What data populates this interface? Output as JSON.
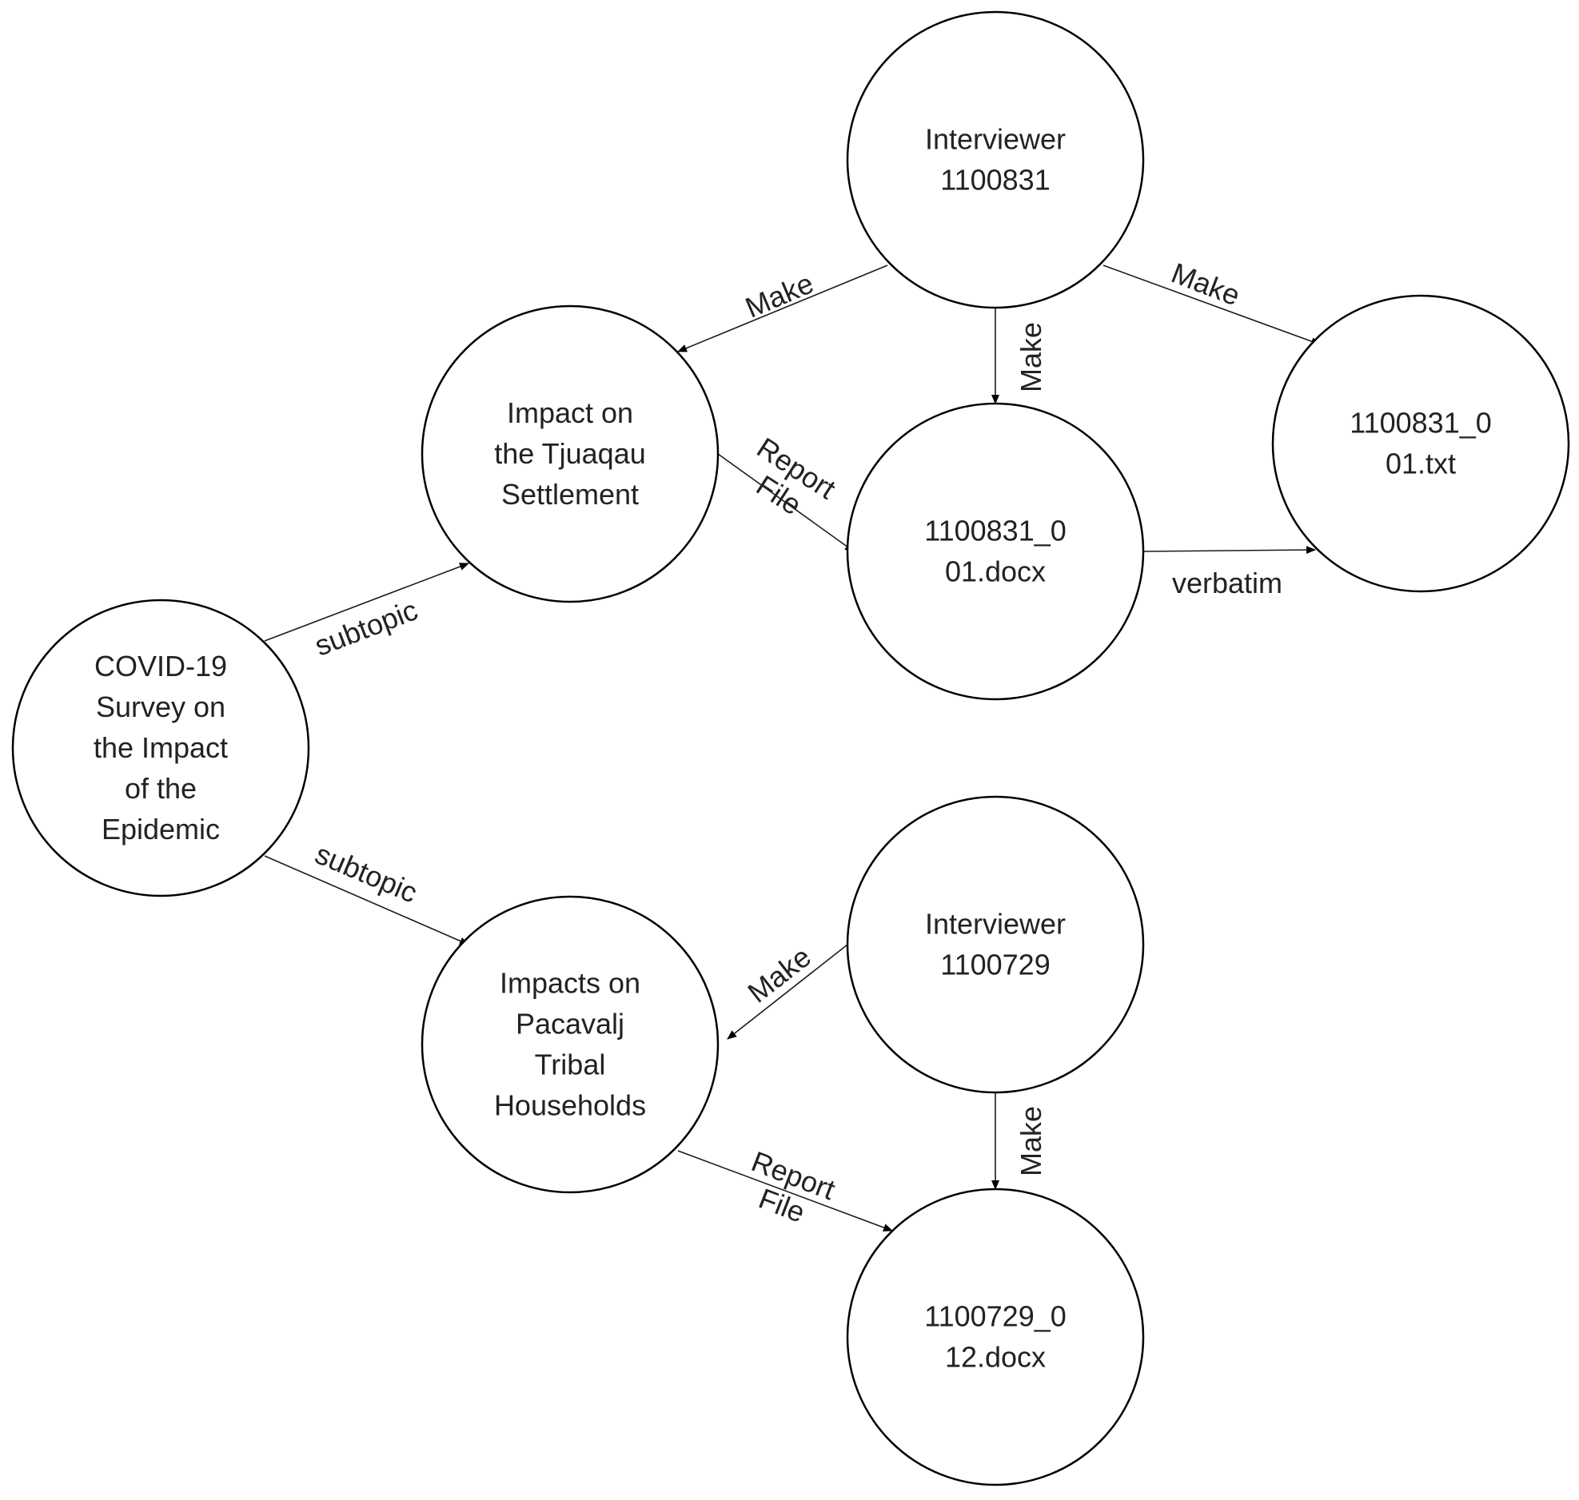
{
  "nodes": {
    "covid_survey": {
      "lines": [
        "COVID-19",
        "Survey on",
        "the Impact",
        "of the",
        "Epidemic"
      ]
    },
    "tjuaqau": {
      "lines": [
        "Impact on",
        "the Tjuaqau",
        "Settlement"
      ]
    },
    "pacavalj": {
      "lines": [
        "Impacts on",
        "Pacavalj",
        "Tribal",
        "Households"
      ]
    },
    "interviewer_1100831": {
      "lines": [
        "Interviewer",
        "1100831"
      ]
    },
    "docx_1100831": {
      "lines": [
        "1100831_0",
        "01.docx"
      ]
    },
    "txt_1100831": {
      "lines": [
        "1100831_0",
        "01.txt"
      ]
    },
    "interviewer_1100729": {
      "lines": [
        "Interviewer",
        "1100729"
      ]
    },
    "docx_1100729": {
      "lines": [
        "1100729_0",
        "12.docx"
      ]
    }
  },
  "edges": [
    {
      "from": "covid_survey",
      "to": "tjuaqau",
      "label": [
        "subtopic"
      ]
    },
    {
      "from": "covid_survey",
      "to": "pacavalj",
      "label": [
        "subtopic"
      ]
    },
    {
      "from": "interviewer_1100831",
      "to": "tjuaqau",
      "label": [
        "Make"
      ]
    },
    {
      "from": "interviewer_1100831",
      "to": "docx_1100831",
      "label": [
        "Make"
      ]
    },
    {
      "from": "interviewer_1100831",
      "to": "txt_1100831",
      "label": [
        "Make"
      ]
    },
    {
      "from": "tjuaqau",
      "to": "docx_1100831",
      "label": [
        "Report",
        "File"
      ]
    },
    {
      "from": "docx_1100831",
      "to": "txt_1100831",
      "label": [
        "verbatim"
      ]
    },
    {
      "from": "interviewer_1100729",
      "to": "pacavalj",
      "label": [
        "Make"
      ]
    },
    {
      "from": "interviewer_1100729",
      "to": "docx_1100729",
      "label": [
        "Make"
      ]
    },
    {
      "from": "pacavalj",
      "to": "docx_1100729",
      "label": [
        "Report",
        "File"
      ]
    }
  ]
}
